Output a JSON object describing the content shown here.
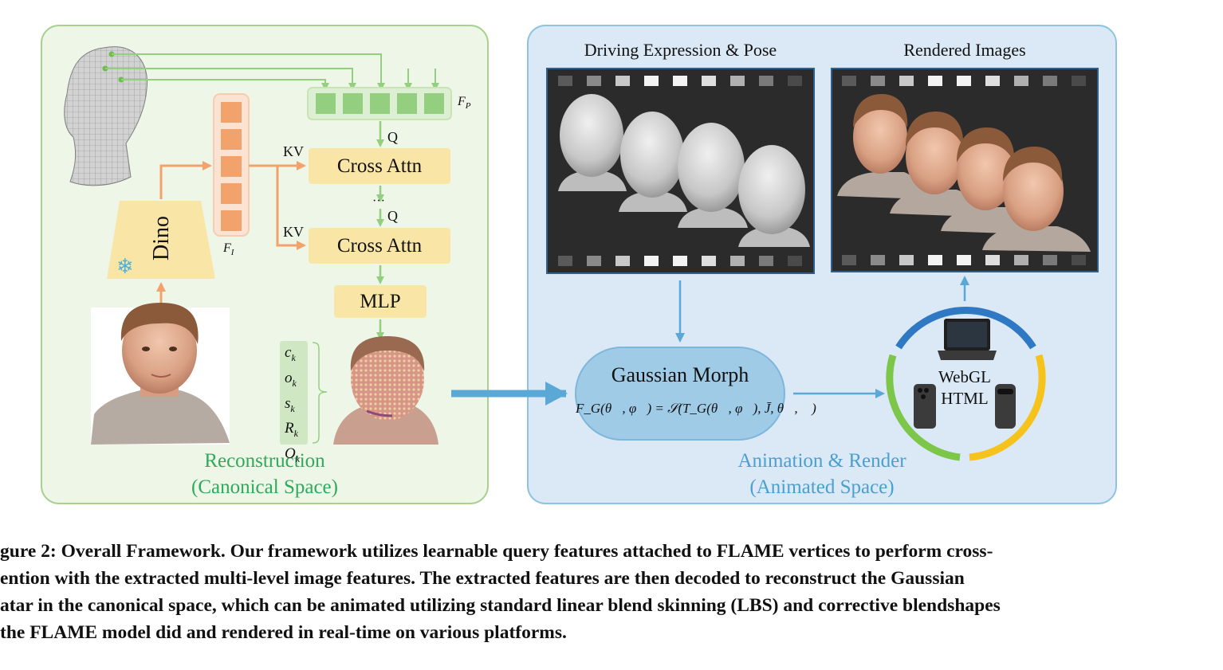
{
  "panels": {
    "reconstruction": {
      "title_line1": "Reconstruction",
      "title_line2": "(Canonical Space)"
    },
    "animation": {
      "title_line1": "Animation & Render",
      "title_line2": "(Animated Space)"
    }
  },
  "labels": {
    "dino": "Dino",
    "f_i": "F",
    "f_i_sub": "I",
    "f_p": "F",
    "f_p_sub": "P",
    "kv1": "KV",
    "kv2": "KV",
    "q1": "Q",
    "q2": "Q",
    "dots": "···",
    "cross_attn_1": "Cross Attn",
    "cross_attn_2": "Cross Attn",
    "mlp": "MLP",
    "attrs": [
      "c",
      "o",
      "s",
      "R",
      "O"
    ],
    "attr_sub": "k"
  },
  "films": {
    "driving_title": "Driving Expression & Pose",
    "rendered_title": "Rendered Images"
  },
  "morph": {
    "title": "Gaussian Morph",
    "formula": "F_G(θ⃗, φ⃗) = 𝒮(T_G(θ⃗, φ⃗), J̄, θ⃗, 𝒲)"
  },
  "platforms": {
    "line1": "WebGL",
    "line2": "HTML"
  },
  "colors": {
    "green_panel": "#eef6e8",
    "green_border": "#a8d18d",
    "green_text": "#2eaa5a",
    "blue_panel": "#dbe9f6",
    "blue_border": "#8fc3e0",
    "blue_text": "#4a9fcf",
    "orange": "#f2a36b",
    "yellow_box": "#f9e6a6",
    "green_block": "#93cf7e",
    "ring_blue": "#2f78c4",
    "ring_yellow": "#f6c21c",
    "ring_green": "#7cc64a"
  },
  "caption": [
    "gure 2: Overall Framework. Our framework utilizes learnable query features attached to FLAME vertices to perform cross-",
    "ention with the extracted multi-level image features. The extracted features are then decoded to reconstruct the Gaussian",
    "atar in the canonical space, which can be animated utilizing standard linear blend skinning (LBS) and corrective blendshapes",
    " the FLAME model did and rendered in real-time on various platforms."
  ]
}
